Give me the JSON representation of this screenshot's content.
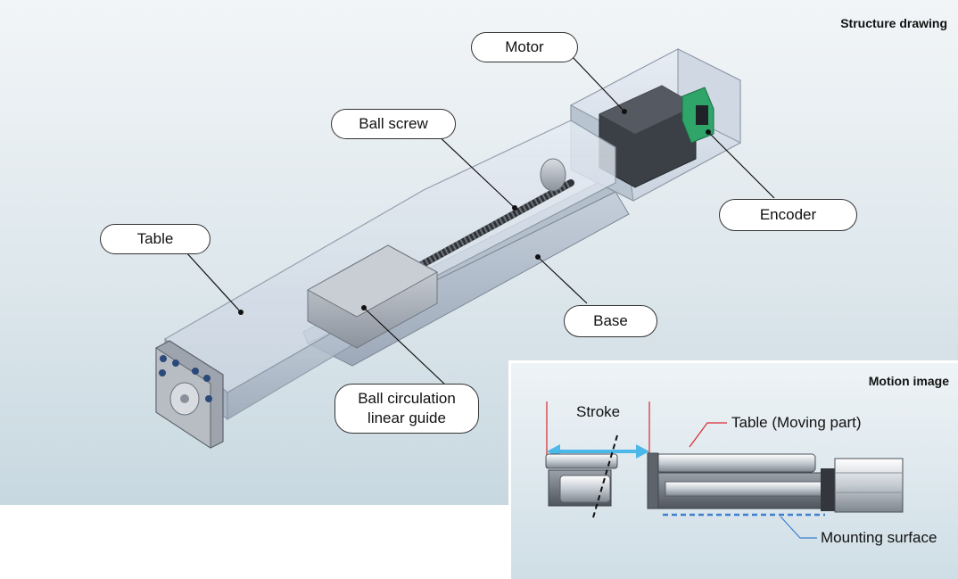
{
  "structure": {
    "title": "Structure drawing",
    "labels": {
      "motor": "Motor",
      "ball_screw": "Ball screw",
      "table": "Table",
      "encoder": "Encoder",
      "base": "Base",
      "guide_line1": "Ball circulation",
      "guide_line2": "linear guide"
    }
  },
  "motion": {
    "title": "Motion image",
    "stroke": "Stroke",
    "table_moving": "Table (Moving part)",
    "mounting_surface": "Mounting surface"
  },
  "colors": {
    "stroke_arrow": "#4ab8e8",
    "leader_red": "#d9282f",
    "mounting_dash": "#3f7fd0",
    "encoder_green": "#2fa56a"
  }
}
